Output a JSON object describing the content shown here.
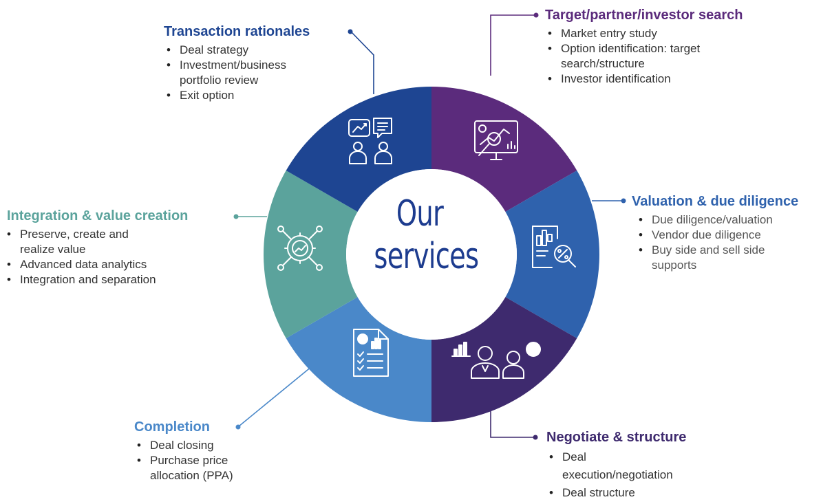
{
  "center": {
    "line1": "Our",
    "line2": "services"
  },
  "colors": {
    "transaction": "#1e4592",
    "target": "#5b2b7c",
    "valuation": "#2f62ad",
    "negotiate": "#3e2a6e",
    "completion": "#4a88c9",
    "integration": "#5ba39c"
  },
  "segments": [
    {
      "id": "target",
      "icon": "monitor-analysis-icon"
    },
    {
      "id": "valuation",
      "icon": "document-percent-magnifier-icon"
    },
    {
      "id": "negotiate",
      "icon": "negotiation-people-charts-icon"
    },
    {
      "id": "completion",
      "icon": "report-checklist-icon"
    },
    {
      "id": "integration",
      "icon": "gear-growth-icon"
    },
    {
      "id": "transaction",
      "icon": "discussion-people-icon"
    }
  ],
  "transaction": {
    "title": "Transaction rationales",
    "items": [
      "Deal strategy",
      "Investment/business portfolio review",
      "Exit option"
    ]
  },
  "target": {
    "title": "Target/partner/investor search",
    "items": [
      "Market entry study",
      "Option identification: target search/structure",
      "Investor identification"
    ]
  },
  "valuation": {
    "title": "Valuation & due diligence",
    "items": [
      "Due diligence/valuation",
      "Vendor due diligence",
      "Buy side and sell side supports"
    ]
  },
  "integration": {
    "title": "Integration & value creation",
    "items": [
      "Preserve, create and realize value",
      "Advanced data analytics",
      "Integration and  separation"
    ]
  },
  "completion": {
    "title": "Completion",
    "items": [
      "Deal closing",
      "Purchase price allocation (PPA)"
    ]
  },
  "negotiate": {
    "title": "Negotiate & structure",
    "items": [
      "Deal execution/negotiation",
      "Deal structure"
    ]
  }
}
